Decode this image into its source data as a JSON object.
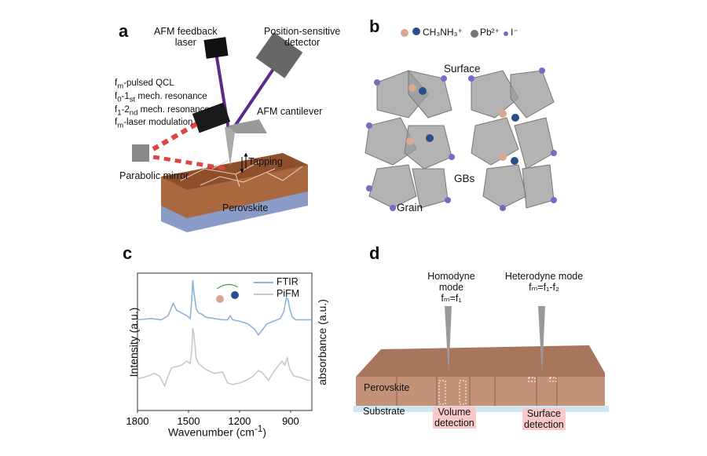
{
  "panels": {
    "a": {
      "label": "a",
      "afm_laser": [
        "AFM feedback",
        "laser"
      ],
      "detector": [
        "Position-sensitive",
        "detector"
      ],
      "qcl_legend": {
        "line1": {
          "f": "f",
          "sub": "m",
          "text": "-pulsed QCL"
        },
        "line2": {
          "f": "f",
          "sub": "0",
          "mid": "-1",
          "sub2": "st",
          "text": " mech. resonance"
        },
        "line3": {
          "f": "f",
          "sub": "1",
          "mid": "-2",
          "sub2": "nd",
          "text": " mech. resonance"
        },
        "line4": {
          "f": "f",
          "sub": "m",
          "text": "-laser modulation"
        }
      },
      "cantilever": "AFM cantilever",
      "tapping": "Tapping",
      "mirror": "Parabolic mirror",
      "sample": "Perovskite"
    },
    "b": {
      "label": "b",
      "legend": {
        "ma": "CH₃NH₃⁺",
        "pb": "Pb²⁺",
        "i": "I⁻"
      },
      "surface": "Surface",
      "gbs": "GBs",
      "grain": "Grain"
    },
    "c": {
      "label": "c"
    },
    "d": {
      "label": "d",
      "homodyne": {
        "title": "Homodyne mode",
        "eq": "fₘ=f₁"
      },
      "heterodyne": {
        "title": "Heterodyne mode",
        "eq": "fₘ=f₁-f₂"
      },
      "perovskite": "Perovskite",
      "substrate": "Substrate",
      "volume": [
        "Volume",
        "detection"
      ],
      "surface": [
        "Surface",
        "detection"
      ]
    }
  },
  "chart_data": {
    "type": "line",
    "xlabel": "Wavenumber (cm⁻¹)",
    "ylabel_left": "Intensity (a.u.)",
    "ylabel_right": "absorbance (a.u.)",
    "xlim": [
      1800,
      775
    ],
    "ylim": [
      0,
      1
    ],
    "xticks": [
      1800,
      1500,
      1200,
      900
    ],
    "legend_position": "top-right",
    "series": [
      {
        "name": "FTIR",
        "color": "#8fb3d6",
        "x": [
          1800,
          1720,
          1660,
          1620,
          1590,
          1570,
          1540,
          1510,
          1490,
          1480,
          1475,
          1468,
          1455,
          1440,
          1420,
          1400,
          1350,
          1300,
          1270,
          1255,
          1240,
          1200,
          1150,
          1110,
          1090,
          1070,
          1040,
          1000,
          960,
          940,
          925,
          915,
          905,
          890,
          870,
          840,
          800,
          775
        ],
        "y": [
          0.66,
          0.67,
          0.66,
          0.69,
          0.78,
          0.73,
          0.71,
          0.69,
          0.67,
          0.82,
          0.95,
          0.86,
          0.74,
          0.71,
          0.7,
          0.68,
          0.67,
          0.66,
          0.66,
          0.69,
          0.66,
          0.65,
          0.63,
          0.59,
          0.55,
          0.58,
          0.63,
          0.65,
          0.67,
          0.72,
          0.82,
          0.81,
          0.74,
          0.68,
          0.66,
          0.66,
          0.66,
          0.66
        ]
      },
      {
        "name": "PiFM",
        "color": "#c8c8c8",
        "x": [
          1800,
          1740,
          1700,
          1670,
          1640,
          1620,
          1600,
          1570,
          1540,
          1510,
          1490,
          1480,
          1475,
          1468,
          1455,
          1440,
          1400,
          1350,
          1300,
          1270,
          1240,
          1200,
          1160,
          1120,
          1090,
          1070,
          1050,
          1030,
          1000,
          970,
          950,
          935,
          920,
          905,
          880,
          840,
          800,
          775
        ],
        "y": [
          0.23,
          0.25,
          0.27,
          0.25,
          0.18,
          0.25,
          0.31,
          0.32,
          0.33,
          0.36,
          0.34,
          0.45,
          0.6,
          0.55,
          0.38,
          0.34,
          0.3,
          0.27,
          0.28,
          0.2,
          0.19,
          0.2,
          0.22,
          0.25,
          0.29,
          0.28,
          0.25,
          0.22,
          0.28,
          0.33,
          0.36,
          0.33,
          0.38,
          0.3,
          0.25,
          0.24,
          0.22,
          0.22
        ]
      }
    ]
  }
}
